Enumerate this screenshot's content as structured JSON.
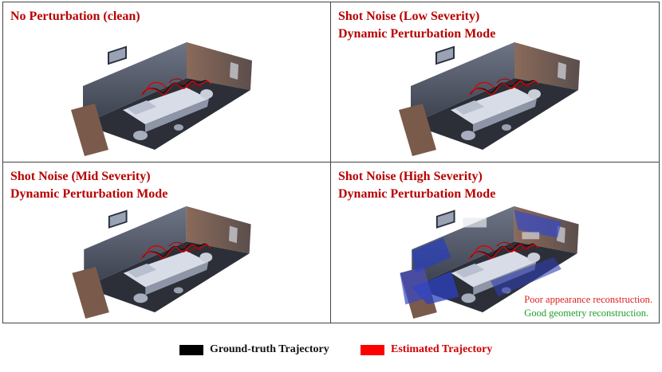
{
  "panels": [
    {
      "title_lines": [
        "No Perturbation (clean)"
      ],
      "style": "clean"
    },
    {
      "title_lines": [
        "Shot Noise (Low Severity)",
        "Dynamic Perturbation Mode"
      ],
      "style": "clean"
    },
    {
      "title_lines": [
        "Shot Noise (Mid Severity)",
        "Dynamic Perturbation Mode"
      ],
      "style": "clean"
    },
    {
      "title_lines": [
        "Shot Noise (High Severity)",
        "Dynamic Perturbation Mode"
      ],
      "style": "noisy"
    }
  ],
  "annotation": {
    "bad": "Poor appearance reconstruction.",
    "good": "Good geometry reconstruction."
  },
  "legend": {
    "ground_truth": {
      "label": "Ground-truth Trajectory",
      "color": "#000000"
    },
    "estimated": {
      "label": "Estimated Trajectory",
      "color": "#ff0000"
    }
  },
  "colors": {
    "title": "#b80000",
    "bad_note": "#e02020",
    "good_note": "#1fa030"
  }
}
